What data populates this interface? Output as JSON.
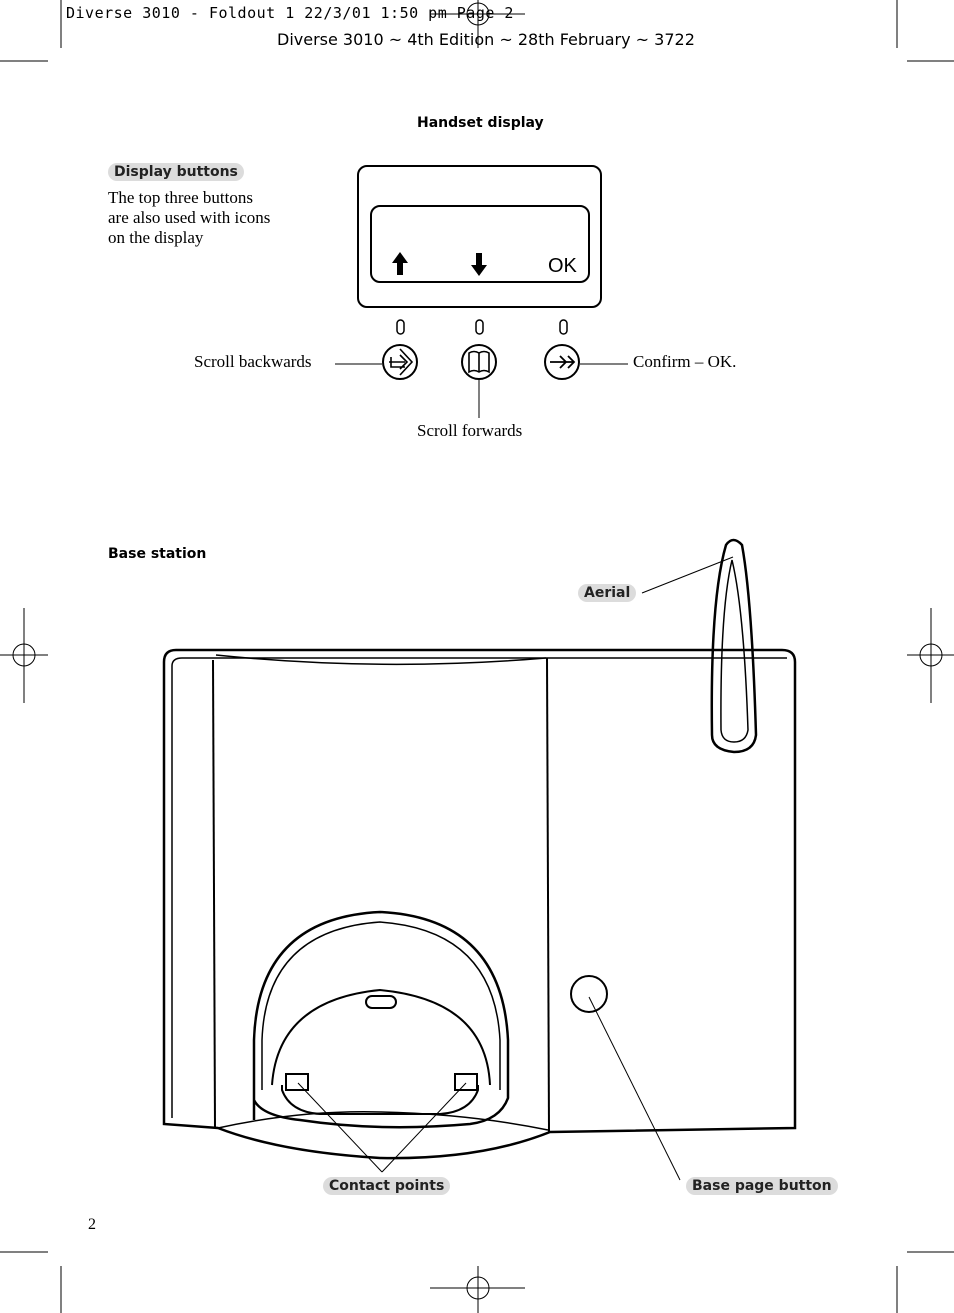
{
  "crop_header": "Diverse 3010 - Foldout 1  22/3/01  1:50 pm  Page 2",
  "edition_header": "Diverse 3010 ~ 4th Edition ~ 28th February ~ 3722",
  "handset": {
    "title": "Handset display",
    "display_buttons_label": "Display buttons",
    "description": [
      "The top three buttons",
      "are also used with icons",
      "on the display"
    ],
    "screen_ok": "OK",
    "callouts": {
      "scroll_backwards": "Scroll backwards",
      "scroll_forwards": "Scroll forwards",
      "confirm": "Confirm – OK."
    }
  },
  "base": {
    "title": "Base station",
    "aerial": "Aerial",
    "contact_points": "Contact points",
    "base_page_button": "Base page button"
  },
  "page_number": "2"
}
